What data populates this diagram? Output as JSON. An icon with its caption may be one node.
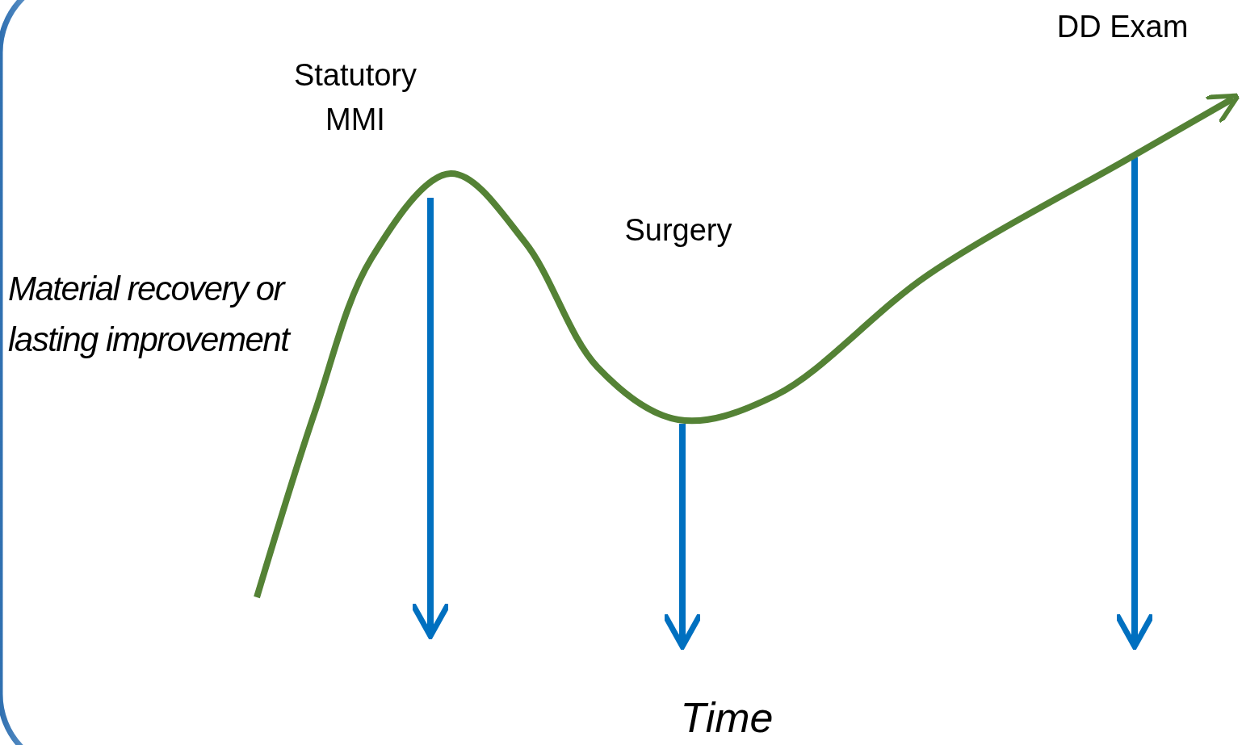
{
  "diagram": {
    "labels": [
      "DD Exam",
      "Statutory MMI",
      "Surgery",
      "Material recovery or lasting improvement",
      "Time"
    ]
  }
}
